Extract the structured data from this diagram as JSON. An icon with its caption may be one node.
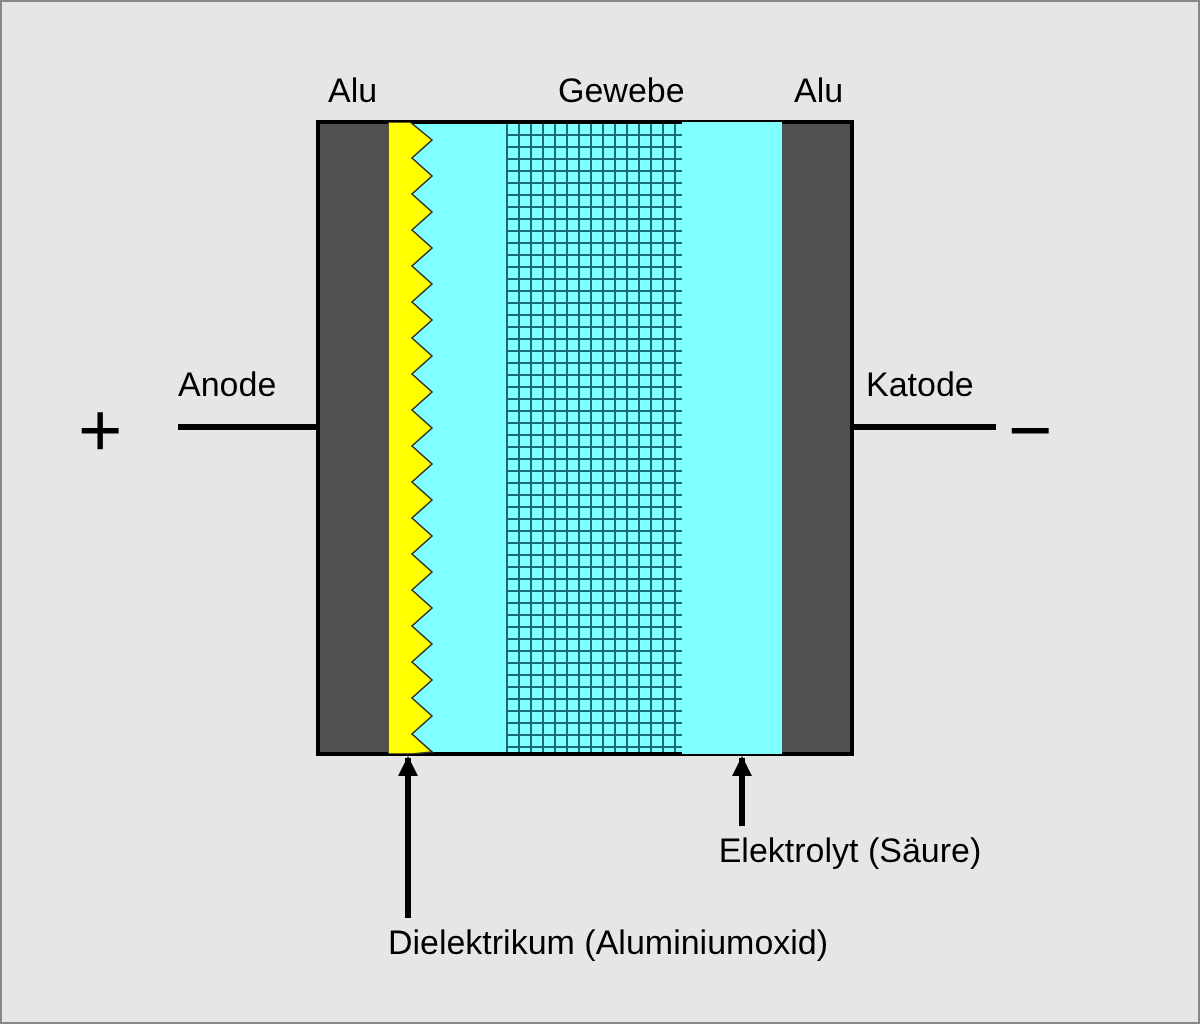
{
  "diagram": {
    "nodes": [
      {
        "text": [],
        "shape": "bar"
      },
      {
        "text": [],
        "shape": "box"
      },
      {
        "text": [
          "Elektrolyt (Säure)"
        ]
      },
      {
        "text": [
          "Dielektrikum (Aluminiumoxid)"
        ]
      }
    ],
    "edges": [
      {
        "from": 2,
        "to": 1,
        "arrow": "to"
      },
      {
        "from": 3,
        "to": 0,
        "arrow": "to"
      }
    ],
    "labels": [
      "Alu",
      "Gewebe",
      "Alu",
      "+",
      "Anode",
      "Katode",
      "−"
    ]
  }
}
